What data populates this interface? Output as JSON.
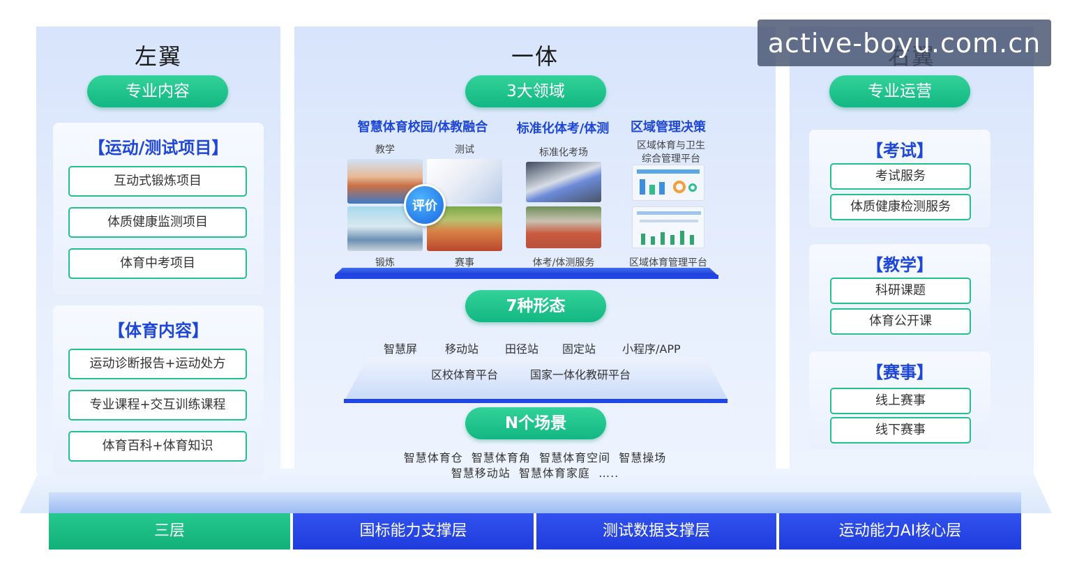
{
  "watermark": "active-boyu.com.cn",
  "left": {
    "title": "左翼",
    "pill": "专业内容",
    "sections": [
      {
        "heading": "【运动/测试项目】",
        "items": [
          "互动式锻炼项目",
          "体质健康监测项目",
          "体育中考项目"
        ]
      },
      {
        "heading": "【体育内容】",
        "items": [
          "运动诊断报告+运动处方",
          "专业课程+交互训练课程",
          "体育百科+体育知识"
        ]
      }
    ]
  },
  "center": {
    "title": "一体",
    "pill1": "3大领域",
    "domains": [
      "智慧体育校园/体教融合",
      "标准化体考/体测",
      "区域管理决策"
    ],
    "teach_label": "教学",
    "test_label": "测试",
    "exercise_label": "锻炼",
    "match_label": "赛事",
    "eval_label": "评价",
    "standard_room_label": "标准化考场",
    "exam_service_label": "体考/体测服务",
    "region_platform_label1": "区域体育与卫生",
    "region_platform_label2": "综合管理平台",
    "region_mgmt_label": "区域体育管理平台",
    "pill2": "7种形态",
    "forms_row1": [
      "智慧屏",
      "移动站",
      "田径站",
      "固定站",
      "小程序/APP"
    ],
    "forms_row2": [
      "区校体育平台",
      "国家一体化教研平台"
    ],
    "pill3": "N个场景",
    "scenes_row1": "智慧体育仓  智慧体育角  智慧体育空间  智慧操场",
    "scenes_row2": "智慧移动站  智慧体育家庭  ….."
  },
  "right": {
    "title": "右翼",
    "pill": "专业运营",
    "sections": [
      {
        "heading": "【考试】",
        "items": [
          "考试服务",
          "体质健康检测服务"
        ]
      },
      {
        "heading": "【教学】",
        "items": [
          "科研课题",
          "体育公开课"
        ]
      },
      {
        "heading": "【赛事】",
        "items": [
          "线上赛事",
          "线下赛事"
        ]
      }
    ]
  },
  "bottom": [
    "三层",
    "国标能力支撑层",
    "测试数据支撑层",
    "运动能力AI核心层"
  ],
  "colors": {
    "green": "#1fbf86",
    "blue": "#1e46d8",
    "bar_blue": "#2246e6"
  }
}
